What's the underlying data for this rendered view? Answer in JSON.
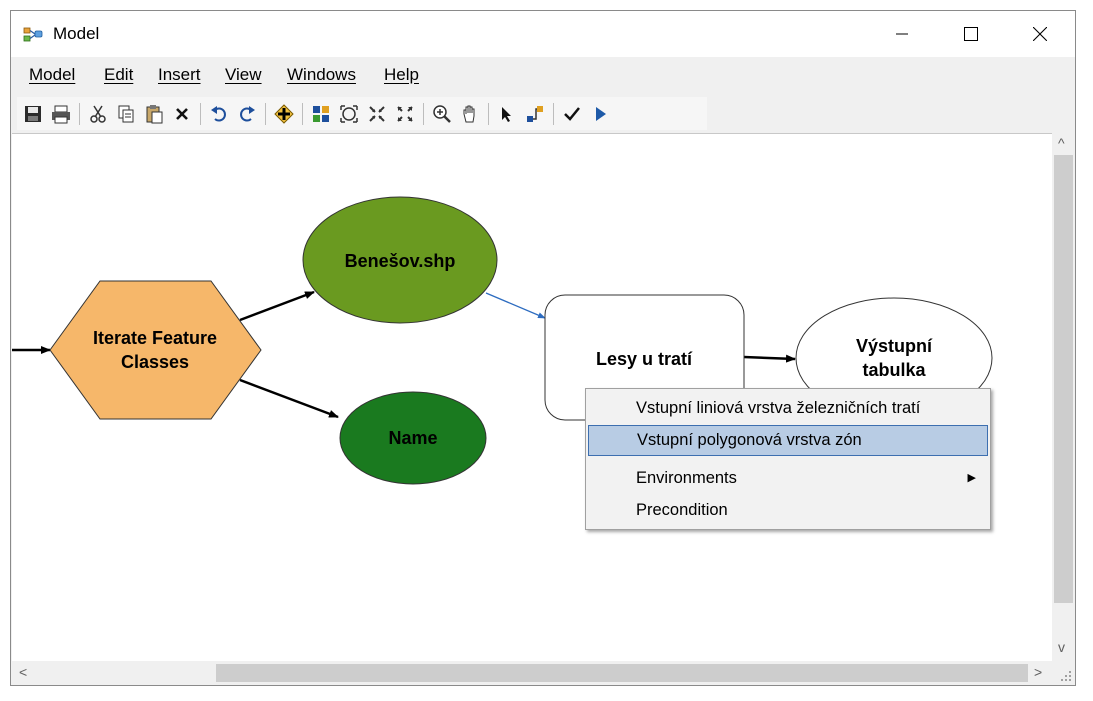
{
  "window": {
    "title": "Model",
    "controls": {
      "minimize": "—",
      "maximize": "☐",
      "close": "✕"
    }
  },
  "menu": [
    "Model",
    "Edit",
    "Insert",
    "View",
    "Windows",
    "Help"
  ],
  "toolbar": {
    "buttons": [
      "save-icon",
      "print-icon",
      "cut-icon",
      "copy-icon",
      "paste-icon",
      "delete-icon",
      "undo-icon",
      "redo-icon",
      "add-data-icon",
      "auto-layout-icon",
      "full-extent-icon",
      "zoom-in-fixed-icon",
      "zoom-out-fixed-icon",
      "zoom-icon",
      "pan-icon",
      "select-icon",
      "connect-icon",
      "validate-icon",
      "run-icon"
    ]
  },
  "diagram": {
    "nodes": {
      "iterator": {
        "label_line1": "Iterate Feature",
        "label_line2": "Classes",
        "color": "#f6b76a"
      },
      "input_data": {
        "label": "Benešov.shp",
        "color": "#6a9a20"
      },
      "name_var": {
        "label": "Name",
        "color": "#1a7a1f"
      },
      "tool": {
        "label": "Lesy u tratí"
      },
      "output": {
        "label_line1": "Výstupní",
        "label_line2": "tabulka"
      }
    }
  },
  "context_menu": {
    "items": [
      {
        "label": "Vstupní liniová vrstva železničních tratí"
      },
      {
        "label": "Vstupní polygonová vrstva zón",
        "highlighted": true
      },
      {
        "label": "Environments",
        "submenu": true
      },
      {
        "label": "Precondition"
      }
    ]
  },
  "scroll": {
    "up": "^",
    "down": "v",
    "left": "<",
    "right": ">"
  }
}
